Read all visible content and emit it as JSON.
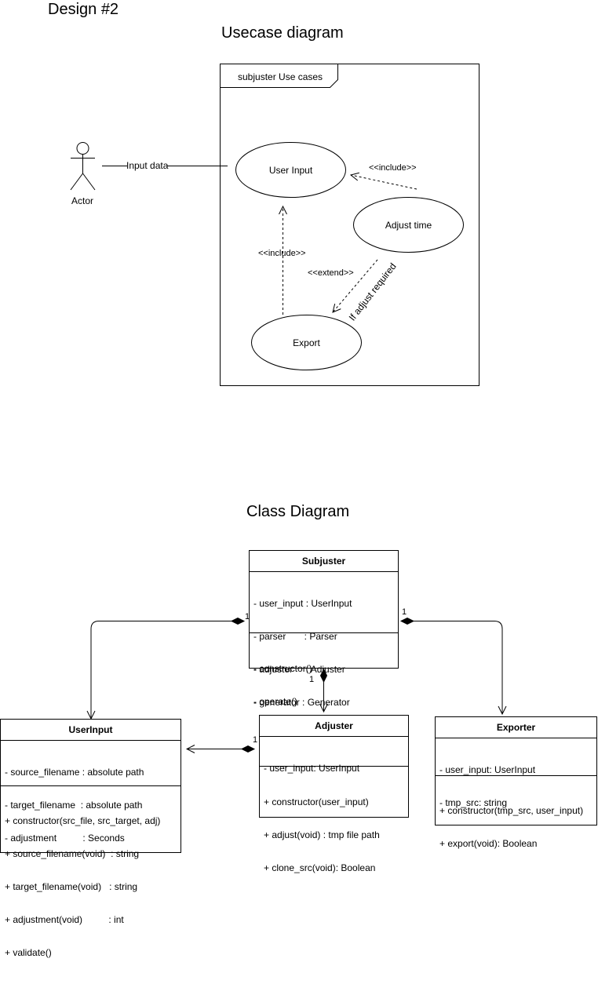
{
  "page": {
    "design_title": "Design #2"
  },
  "usecase": {
    "title": "Usecase diagram",
    "frame_label": "subjuster Use cases",
    "actor_label": "Actor",
    "association_label": "Input data",
    "cases": {
      "user_input": "User Input",
      "adjust_time": "Adjust time",
      "export": "Export"
    },
    "relations": {
      "include_adjust": "<<include>>",
      "include_export": "<<include>>",
      "extend": "<<extend>>",
      "condition": "If adjust required"
    }
  },
  "classdiagram": {
    "title": "Class Diagram",
    "subjuster": {
      "name": "Subjuster",
      "attrs": [
        "- user_input : UserInput",
        "- parser       : Parser",
        "- adjuster     : Adjuster",
        "- generator : Generator"
      ],
      "methods": [
        "- constructor()",
        "- operate()"
      ]
    },
    "userinput": {
      "name": "UserInput",
      "attrs": [
        "- source_filename : absolute path",
        "- target_filename  : absolute path",
        "- adjustment          : Seconds"
      ],
      "methods": [
        "+ constructor(src_file, src_target, adj)",
        "+ source_filename(void)  : string",
        "+ target_filename(void)   : string",
        "+ adjustment(void)          : int",
        "+ validate()"
      ]
    },
    "adjuster": {
      "name": "Adjuster",
      "attrs": [
        "- user_input: UserInput"
      ],
      "methods": [
        "+ constructor(user_input)",
        "+ adjust(void) : tmp file path",
        "+ clone_src(void): Boolean"
      ]
    },
    "exporter": {
      "name": "Exporter",
      "attrs": [
        "- user_input: UserInput",
        "- tmp_src: string"
      ],
      "methods": [
        "+ constructor(tmp_src, user_input)",
        "+ export(void): Boolean"
      ]
    },
    "multiplicities": {
      "sub_userinput": "1",
      "sub_exporter": "1",
      "sub_adjuster": "1",
      "adjuster_userinput": "1"
    }
  }
}
